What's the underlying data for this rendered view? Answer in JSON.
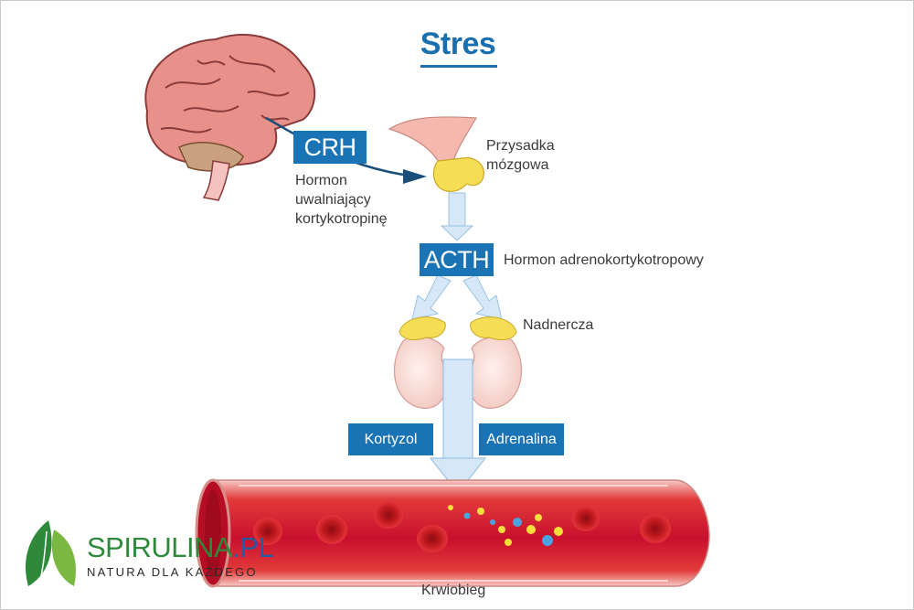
{
  "title": "Stres",
  "boxes": {
    "crh": "CRH",
    "acth": "ACTH",
    "kortyzol": "Kortyzol",
    "adrenalina": "Adrenalina"
  },
  "labels": {
    "crh_line1": "Hormon",
    "crh_line2": "uwalniający",
    "crh_line3": "kortykotropinę",
    "pituitary_line1": "Przysadka",
    "pituitary_line2": "mózgowa",
    "acth_desc": "Hormon adrenokortykotropowy",
    "adrenal": "Nadnercza",
    "bloodstream": "Krwiobieg"
  },
  "logo": {
    "brand_main": "SPIRULINA",
    "brand_suffix": ".PL",
    "tagline": "NATURA DLA KAŻDEGO"
  },
  "colors": {
    "title_blue": "#1a6fae",
    "box_blue": "#1a73b5",
    "brain_pink": "#e8918a",
    "blood_red": "#c8102e",
    "gland_yellow": "#f5de55",
    "arrow_light_blue": "#d6e8f7",
    "brand_green": "#2e8a3a"
  }
}
